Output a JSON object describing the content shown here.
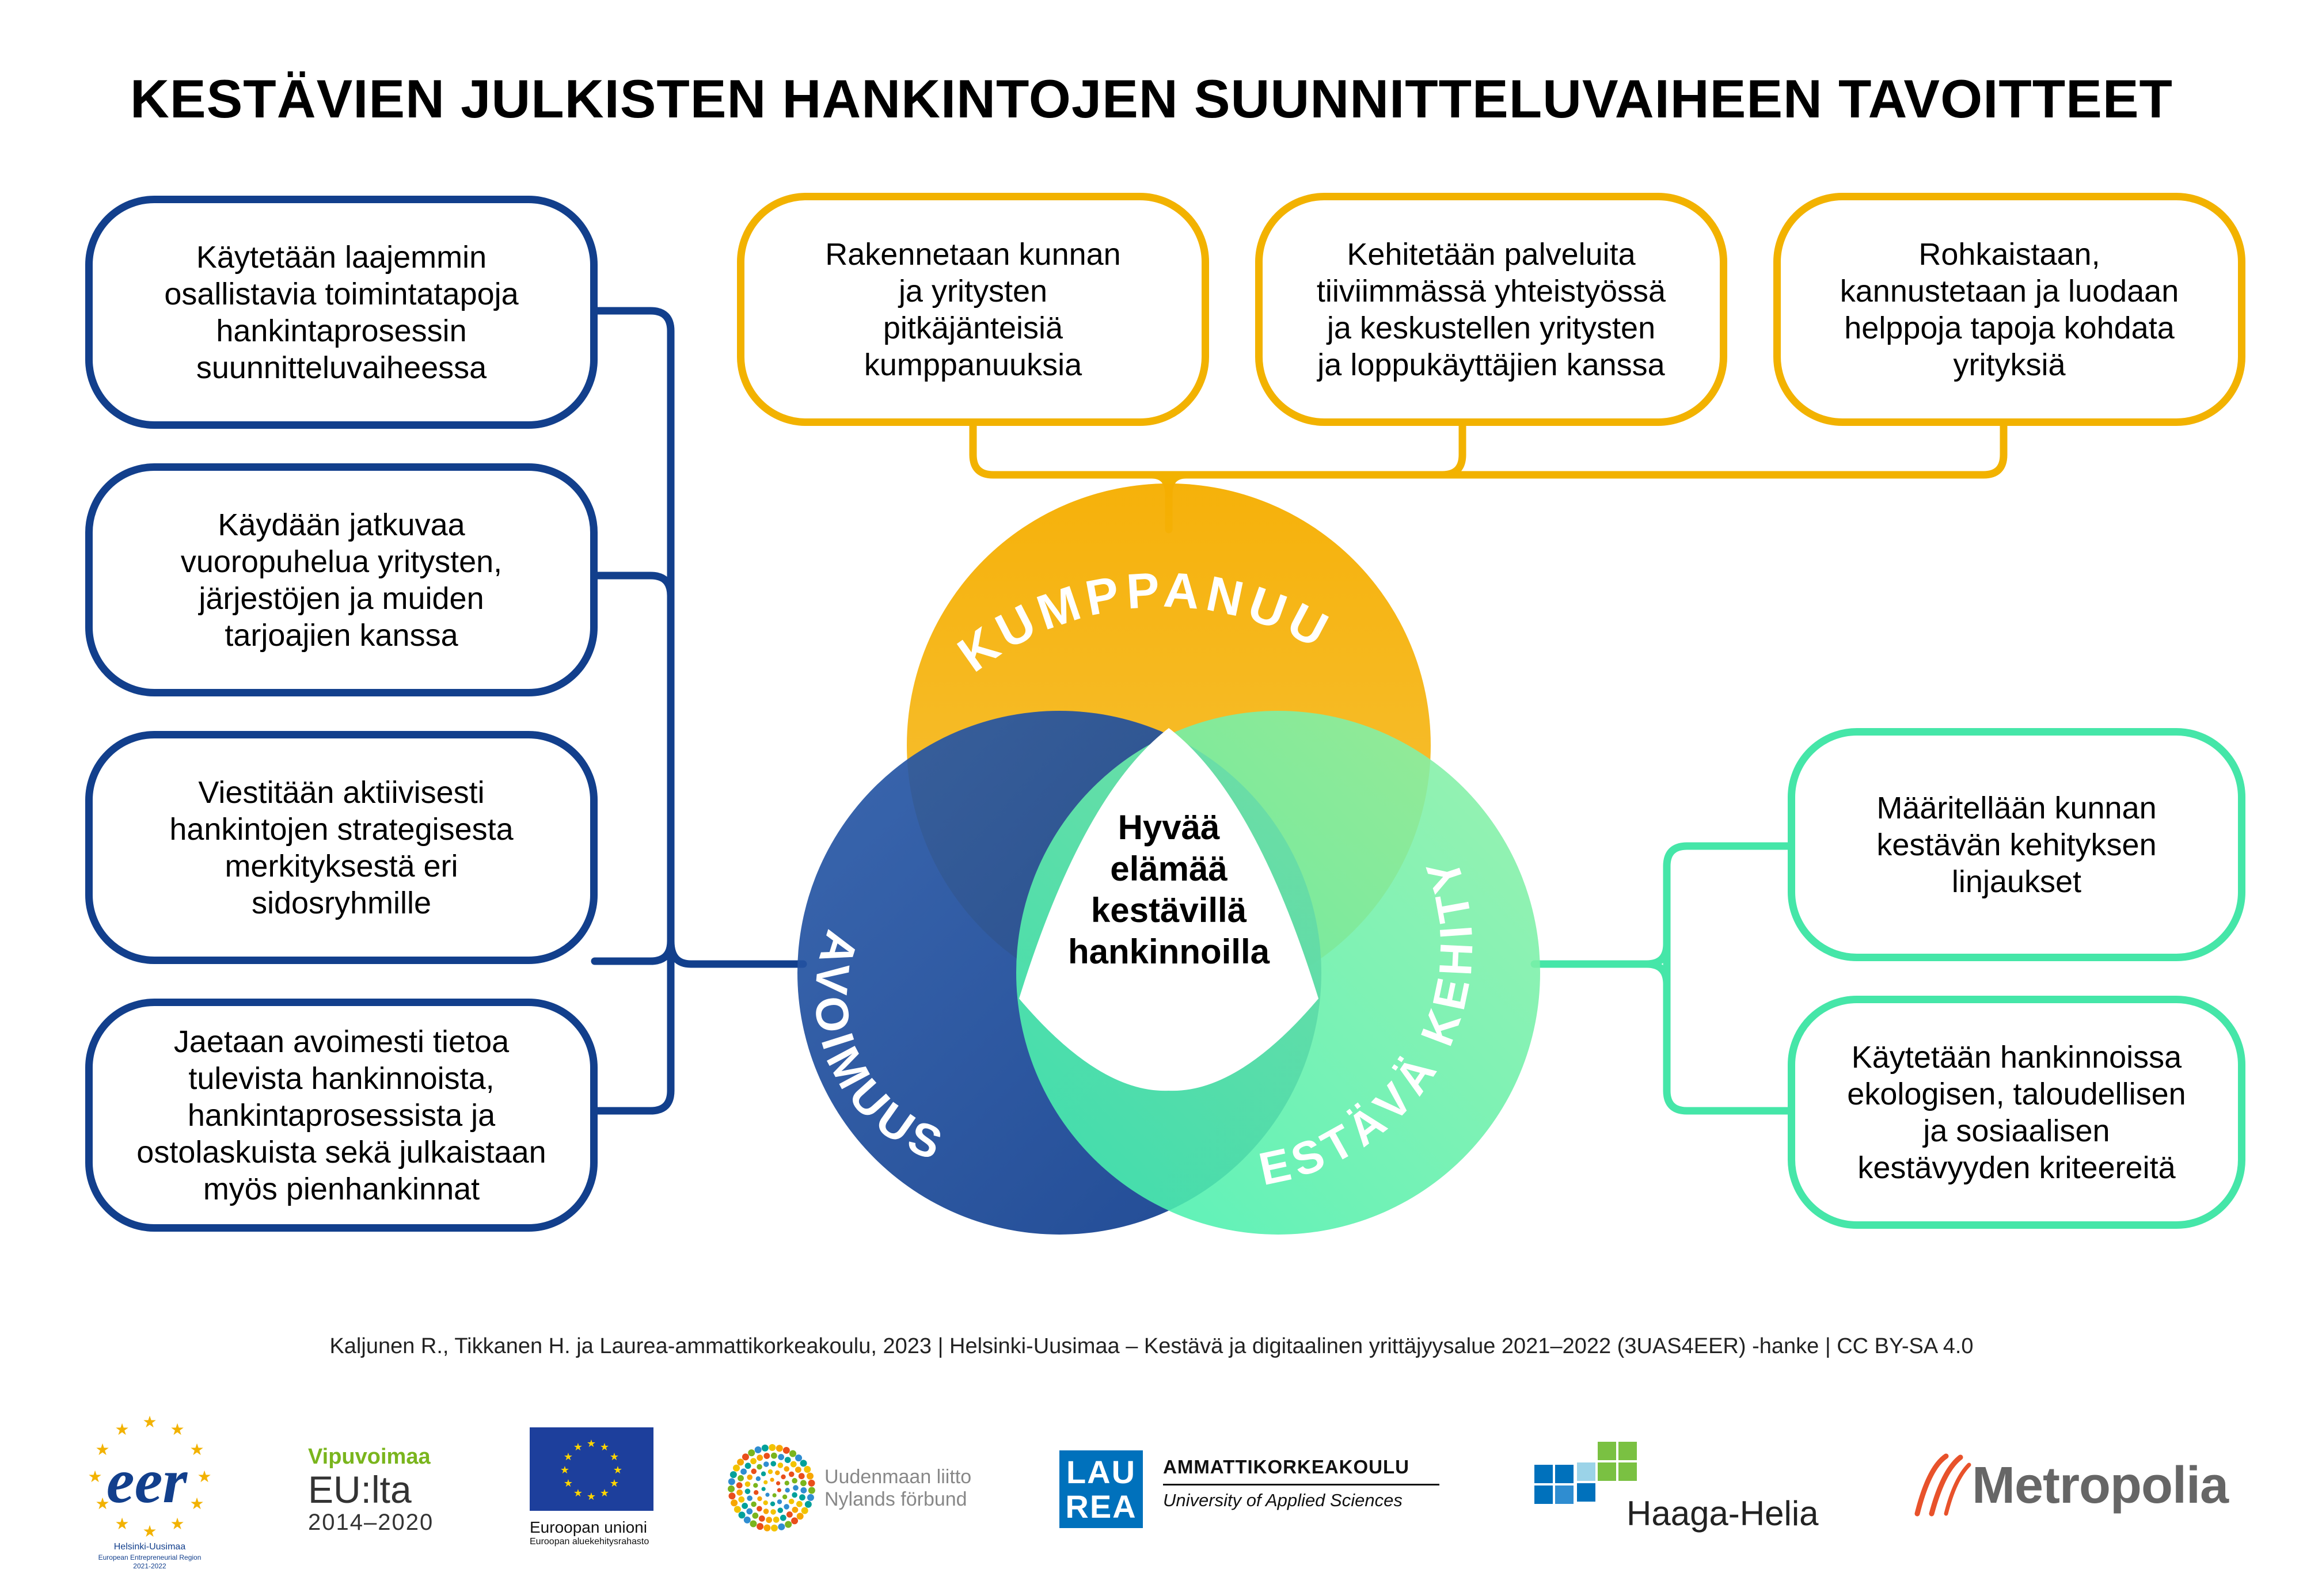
{
  "title": "KESTÄVIEN JULKISTEN HANKINTOJEN SUUNNITTELUVAIHEEN TAVOITTEET",
  "left_goals": [
    [
      "Käytetään laajemmin",
      "osallistavia toimintatapoja",
      "hankintaprosessin",
      "suunnitteluvaiheessa"
    ],
    [
      "Käydään jatkuvaa",
      "vuoropuhelua yritysten,",
      "järjestöjen ja muiden",
      "tarjoajien kanssa"
    ],
    [
      "Viestitään aktiivisesti",
      "hankintojen strategisesta",
      "merkityksestä eri",
      "sidosryhmille"
    ],
    [
      "Jaetaan avoimesti tietoa",
      "tulevista hankinnoista,",
      "hankintaprosessista ja",
      "ostolaskuista sekä julkaistaan",
      "myös pienhankinnat"
    ]
  ],
  "top_goals": [
    [
      "Rakennetaan kunnan",
      "ja yritysten",
      "pitkäjänteisiä",
      "kumppanuuksia"
    ],
    [
      "Kehitetään palveluita",
      "tiiviimmässä yhteistyössä",
      "ja keskustellen yritysten",
      "ja loppukäyttäjien kanssa"
    ],
    [
      "Rohkaistaan,",
      "kannustetaan ja luodaan",
      "helppoja tapoja kohdata",
      "yrityksiä"
    ]
  ],
  "right_goals": [
    [
      "Määritellään kunnan",
      "kestävän kehityksen",
      "linjaukset"
    ],
    [
      "Käytetään hankinnoissa",
      "ekologisen, taloudellisen",
      "ja sosiaalisen",
      "kestävyyden kriteereitä"
    ]
  ],
  "circles": {
    "top_label": "KUMPPANUUS",
    "left_label": "AVOIMUUS",
    "right_label": "KESTÄVÄ KEHITYS",
    "center_lines": [
      "Hyvää",
      "elämää",
      "kestävillä",
      "hankinnoilla"
    ]
  },
  "colors": {
    "blue": "#123f8c",
    "amber": "#f2b200",
    "green": "#45e6a8"
  },
  "credit": "Kaljunen R., Tikkanen H. ja Laurea-ammattikorkeakoulu, 2023   |   Helsinki-Uusimaa – Kestävä ja digitaalinen yrittäjyysalue 2021–2022 (3UAS4EER) -hanke   |   CC BY-SA 4.0",
  "logos": {
    "eer": {
      "mark": "eer",
      "line1": "Helsinki-Uusimaa",
      "line2": "European Entrepreneurial Region",
      "line3": "2021-2022"
    },
    "vipuvoimaa": {
      "line1": "Vipuvoimaa",
      "line2": "EU:lta",
      "line3": "2014–2020"
    },
    "eu": {
      "line1": "Euroopan unioni",
      "line2": "Euroopan aluekehitysrahasto"
    },
    "uudenmaan": {
      "line1": "Uudenmaan liitto",
      "line2": "Nylands förbund"
    },
    "laurea": {
      "mark1": "LAU",
      "mark2": "REA",
      "line1": "AMMATTIKORKEAKOULU",
      "line2": "University of Applied Sciences"
    },
    "haaga": {
      "name": "Haaga-Helia"
    },
    "metropolia": {
      "name": "Metropolia"
    }
  }
}
